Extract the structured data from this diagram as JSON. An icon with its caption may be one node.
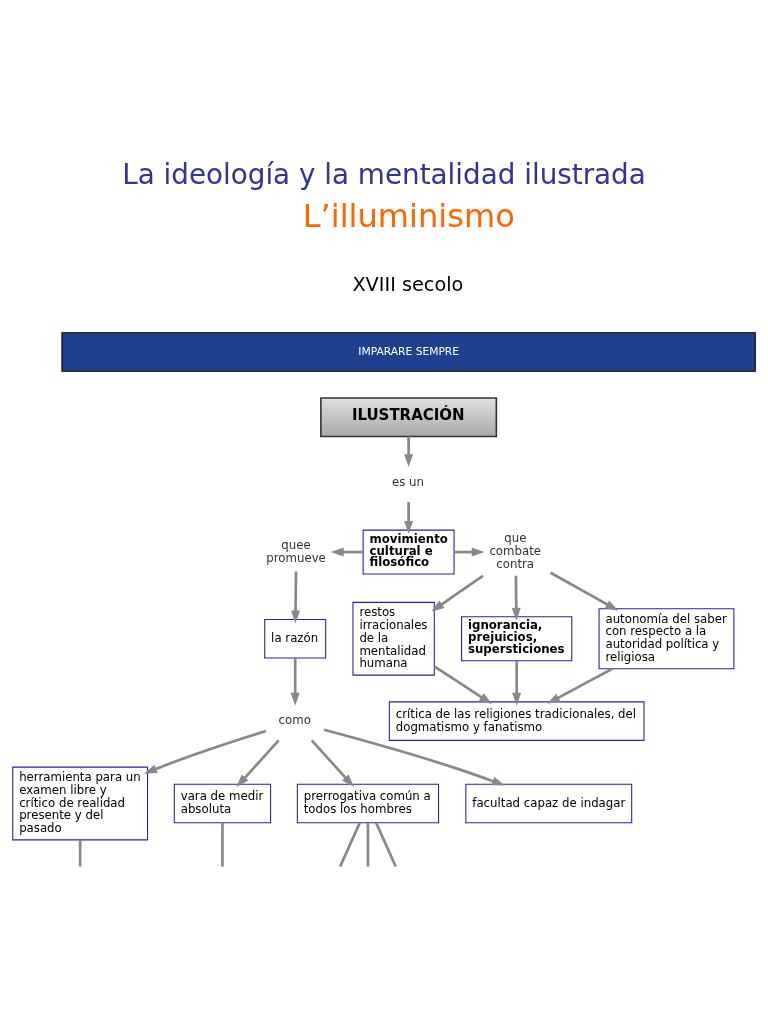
{
  "diagram": {
    "title": "La ideología y la mentalidad ilustrada",
    "nodes": [
      {
        "text": [
          "ILUSTRACIÓN"
        ]
      },
      {
        "text": [
          "es un"
        ]
      },
      {
        "text": [
          "movimiento cultural e filosófico"
        ]
      },
      {
        "text": [
          "quee promueve"
        ]
      },
      {
        "text": [
          "que combate contra"
        ]
      },
      {
        "text": [
          "la razón"
        ]
      },
      {
        "text": [
          "autonomía del saber con respecto a la autoridad política y religiosa"
        ]
      },
      {
        "text": [
          "herramienta para un examen libre y crítico de realidad presente y del pasado"
        ]
      },
      {
        "text": [
          "como"
        ]
      },
      {
        "text": [
          "restos irracionales de la mentalidad humana"
        ]
      },
      {
        "text": [
          "ignorancia, prejuicios, supersticiones"
        ]
      },
      {
        "text": [
          "vara de medir absoluta"
        ]
      },
      {
        "text": [
          "prerrogativa común a todos los hombres"
        ]
      },
      {
        "text": [
          "crítica de las religiones tradicionales, del dogmatismo y fanatismo"
        ]
      },
      {
        "text": [
          "facultad capaz de indagar"
        ]
      }
    ],
    "edges": [
      {
        "from": 0,
        "to": 1,
        "arrow": "to"
      },
      {
        "from": 1,
        "to": 2,
        "arrow": "to"
      },
      {
        "from": 2,
        "to": 3,
        "arrow": "to"
      },
      {
        "from": 2,
        "to": 4,
        "arrow": "to"
      },
      {
        "from": 3,
        "to": 5,
        "arrow": "to"
      },
      {
        "from": 5,
        "to": 8,
        "arrow": "to"
      },
      {
        "from": 8,
        "to": 7,
        "arrow": "to"
      },
      {
        "from": 8,
        "to": 11,
        "arrow": "to"
      },
      {
        "from": 8,
        "to": 14,
        "arrow": "to"
      },
      {
        "from": 8,
        "to": 12,
        "arrow": "to"
      },
      {
        "from": 4,
        "to": 6,
        "arrow": "to"
      },
      {
        "from": 4,
        "to": 9,
        "arrow": "to"
      },
      {
        "from": 4,
        "to": 10,
        "arrow": "to"
      },
      {
        "from": 9,
        "to": 13,
        "arrow": "to"
      },
      {
        "from": 10,
        "to": 13,
        "arrow": "to"
      },
      {
        "from": 6,
        "to": 13,
        "arrow": "to"
      },
      {
        "from": 7,
        "to": null,
        "arrow": "none"
      },
      {
        "from": 11,
        "to": null,
        "arrow": "none"
      },
      {
        "from": 12,
        "to": null,
        "arrow": "none"
      },
      {
        "from": 12,
        "to": null,
        "arrow": "none"
      },
      {
        "from": 12,
        "to": null,
        "arrow": "none"
      }
    ],
    "labels": [
      "L’illuminismo",
      "XVIII secolo",
      "IMPARARE SEMPRE"
    ]
  }
}
